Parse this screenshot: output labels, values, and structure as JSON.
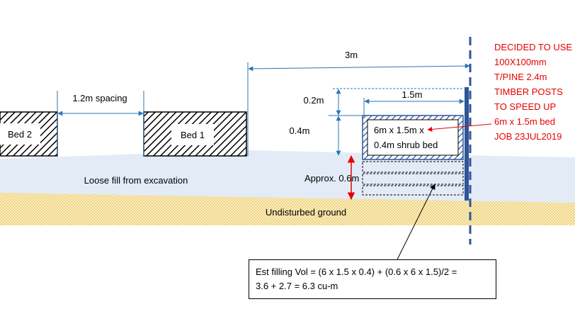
{
  "labels": {
    "bed2": "Bed 2",
    "bed1": "Bed 1",
    "spacing": "1.2m spacing",
    "loose_fill": "Loose fill from excavation",
    "undisturbed": "Undisturbed ground",
    "dim_3m": "3m",
    "dim_1_5m": "1.5m",
    "dim_0_2m": "0.2m",
    "dim_0_4m": "0.4m",
    "approx": "Approx. 0.6m",
    "shrub_bed_line1": "6m x 1.5m x",
    "shrub_bed_line2": "0.4m shrub bed"
  },
  "note": {
    "lines": [
      "DECIDED TO USE",
      "100X100mm",
      "T/PINE 2.4m",
      "TIMBER POSTS",
      "TO SPEED UP",
      "6m x 1.5m bed",
      "JOB 23JUL2019"
    ]
  },
  "calculation": {
    "line1": "Est filling Vol = (6 x 1.5 x 0.4) + (0.6 x 6 x 1.5)/2 =",
    "line2": "3.6 + 2.7 = 6.3 cu-m"
  },
  "colors": {
    "dimension": "#2e75b6",
    "annotation": "#e60000",
    "loose_fill": "#e3ebf7",
    "undisturbed": "#f6dc8c",
    "hatch": "#000000",
    "post": "#2e5597"
  }
}
